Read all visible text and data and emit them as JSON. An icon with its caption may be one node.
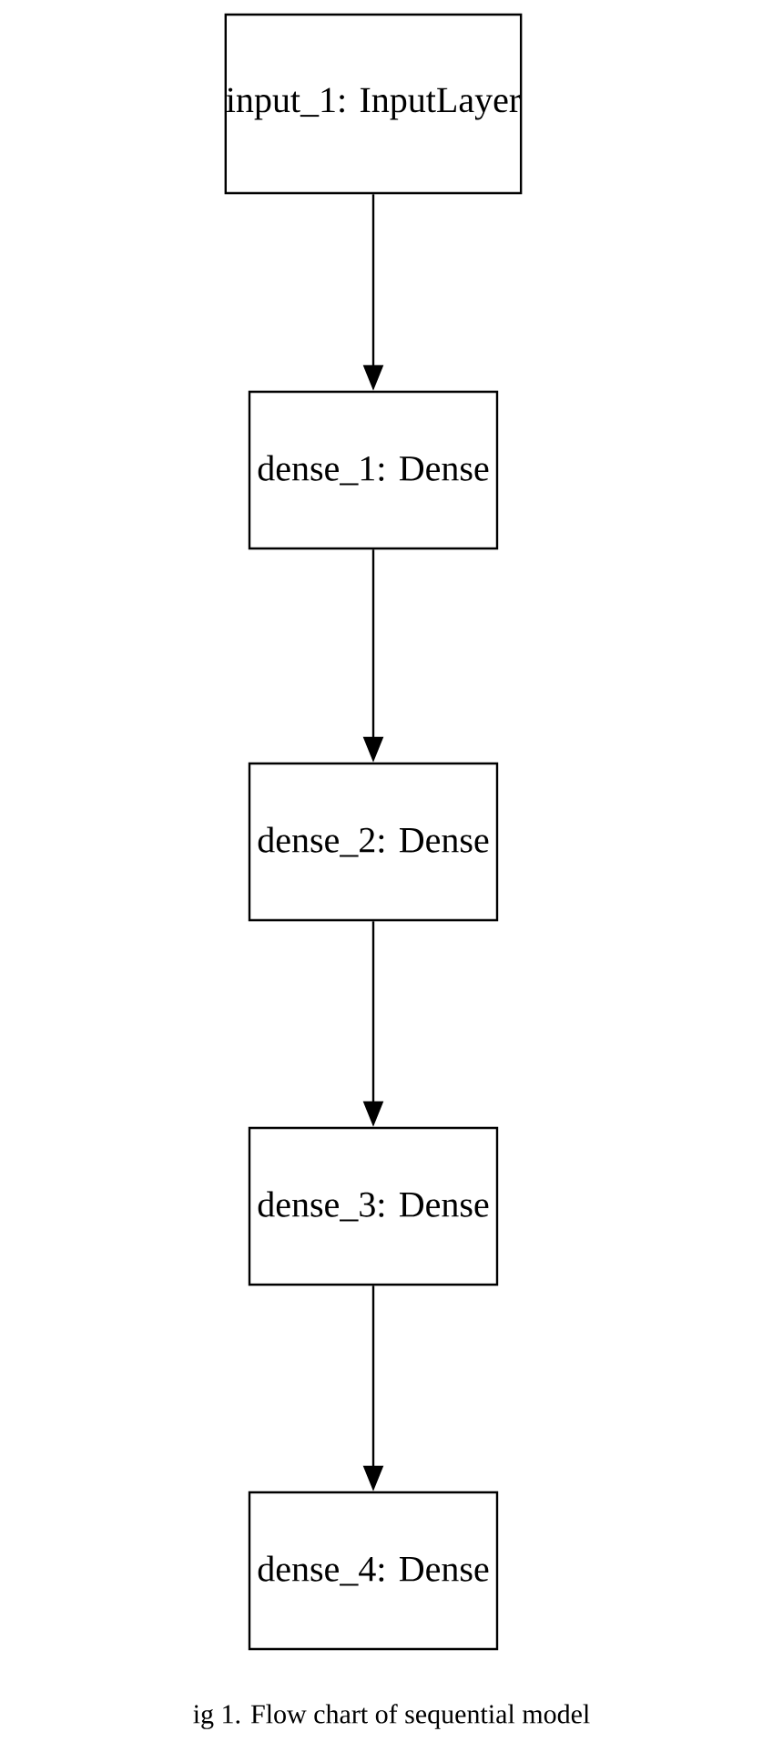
{
  "diagram": {
    "caption": "ig 1. Flow chart of sequential model",
    "nodes": [
      {
        "text": [
          "input_1: InputLayer"
        ]
      },
      {
        "text": [
          "dense_1: Dense"
        ]
      },
      {
        "text": [
          "dense_2: Dense"
        ]
      },
      {
        "text": [
          "dense_3: Dense"
        ]
      },
      {
        "text": [
          "dense_4: Dense"
        ]
      }
    ],
    "edges": [
      {
        "from": 0,
        "to": 1,
        "arrow": "to"
      },
      {
        "from": 1,
        "to": 2,
        "arrow": "to"
      },
      {
        "from": 2,
        "to": 3,
        "arrow": "to"
      },
      {
        "from": 3,
        "to": 4,
        "arrow": "to"
      }
    ]
  }
}
